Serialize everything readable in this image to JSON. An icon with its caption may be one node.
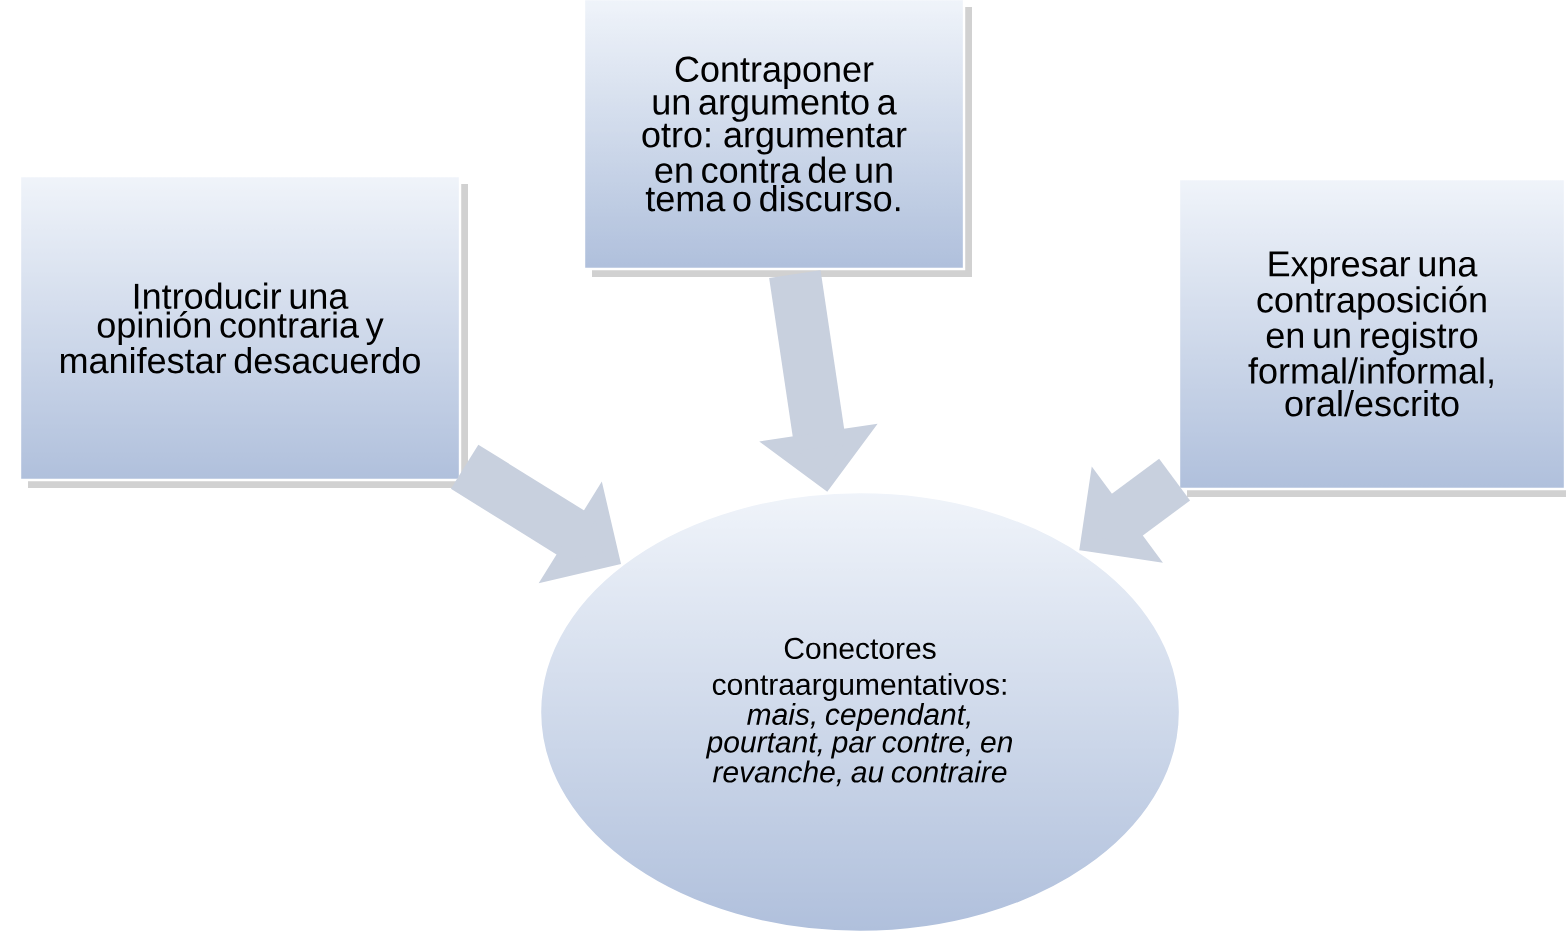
{
  "diagram": {
    "nodes": [
      {
        "text": [
          "Introducir una opinión contraria y manifestar desacuerdo"
        ]
      },
      {
        "text": [
          "Contraponer un argumento a otro: argumentar en contra de un tema o discurso."
        ]
      },
      {
        "text": [
          "Expresar una contraposición en un registro formal/informal, oral/escrito"
        ]
      },
      {
        "text": [
          "Conectores contraargumentativos:",
          "mais, cependant, pourtant,  par contre, en revanche, au contraire"
        ]
      }
    ],
    "edges": [
      {
        "from": 0,
        "to": 3,
        "arrow": "to"
      },
      {
        "from": 1,
        "to": 3,
        "arrow": "to"
      },
      {
        "from": 2,
        "to": 3,
        "arrow": "to"
      }
    ]
  }
}
